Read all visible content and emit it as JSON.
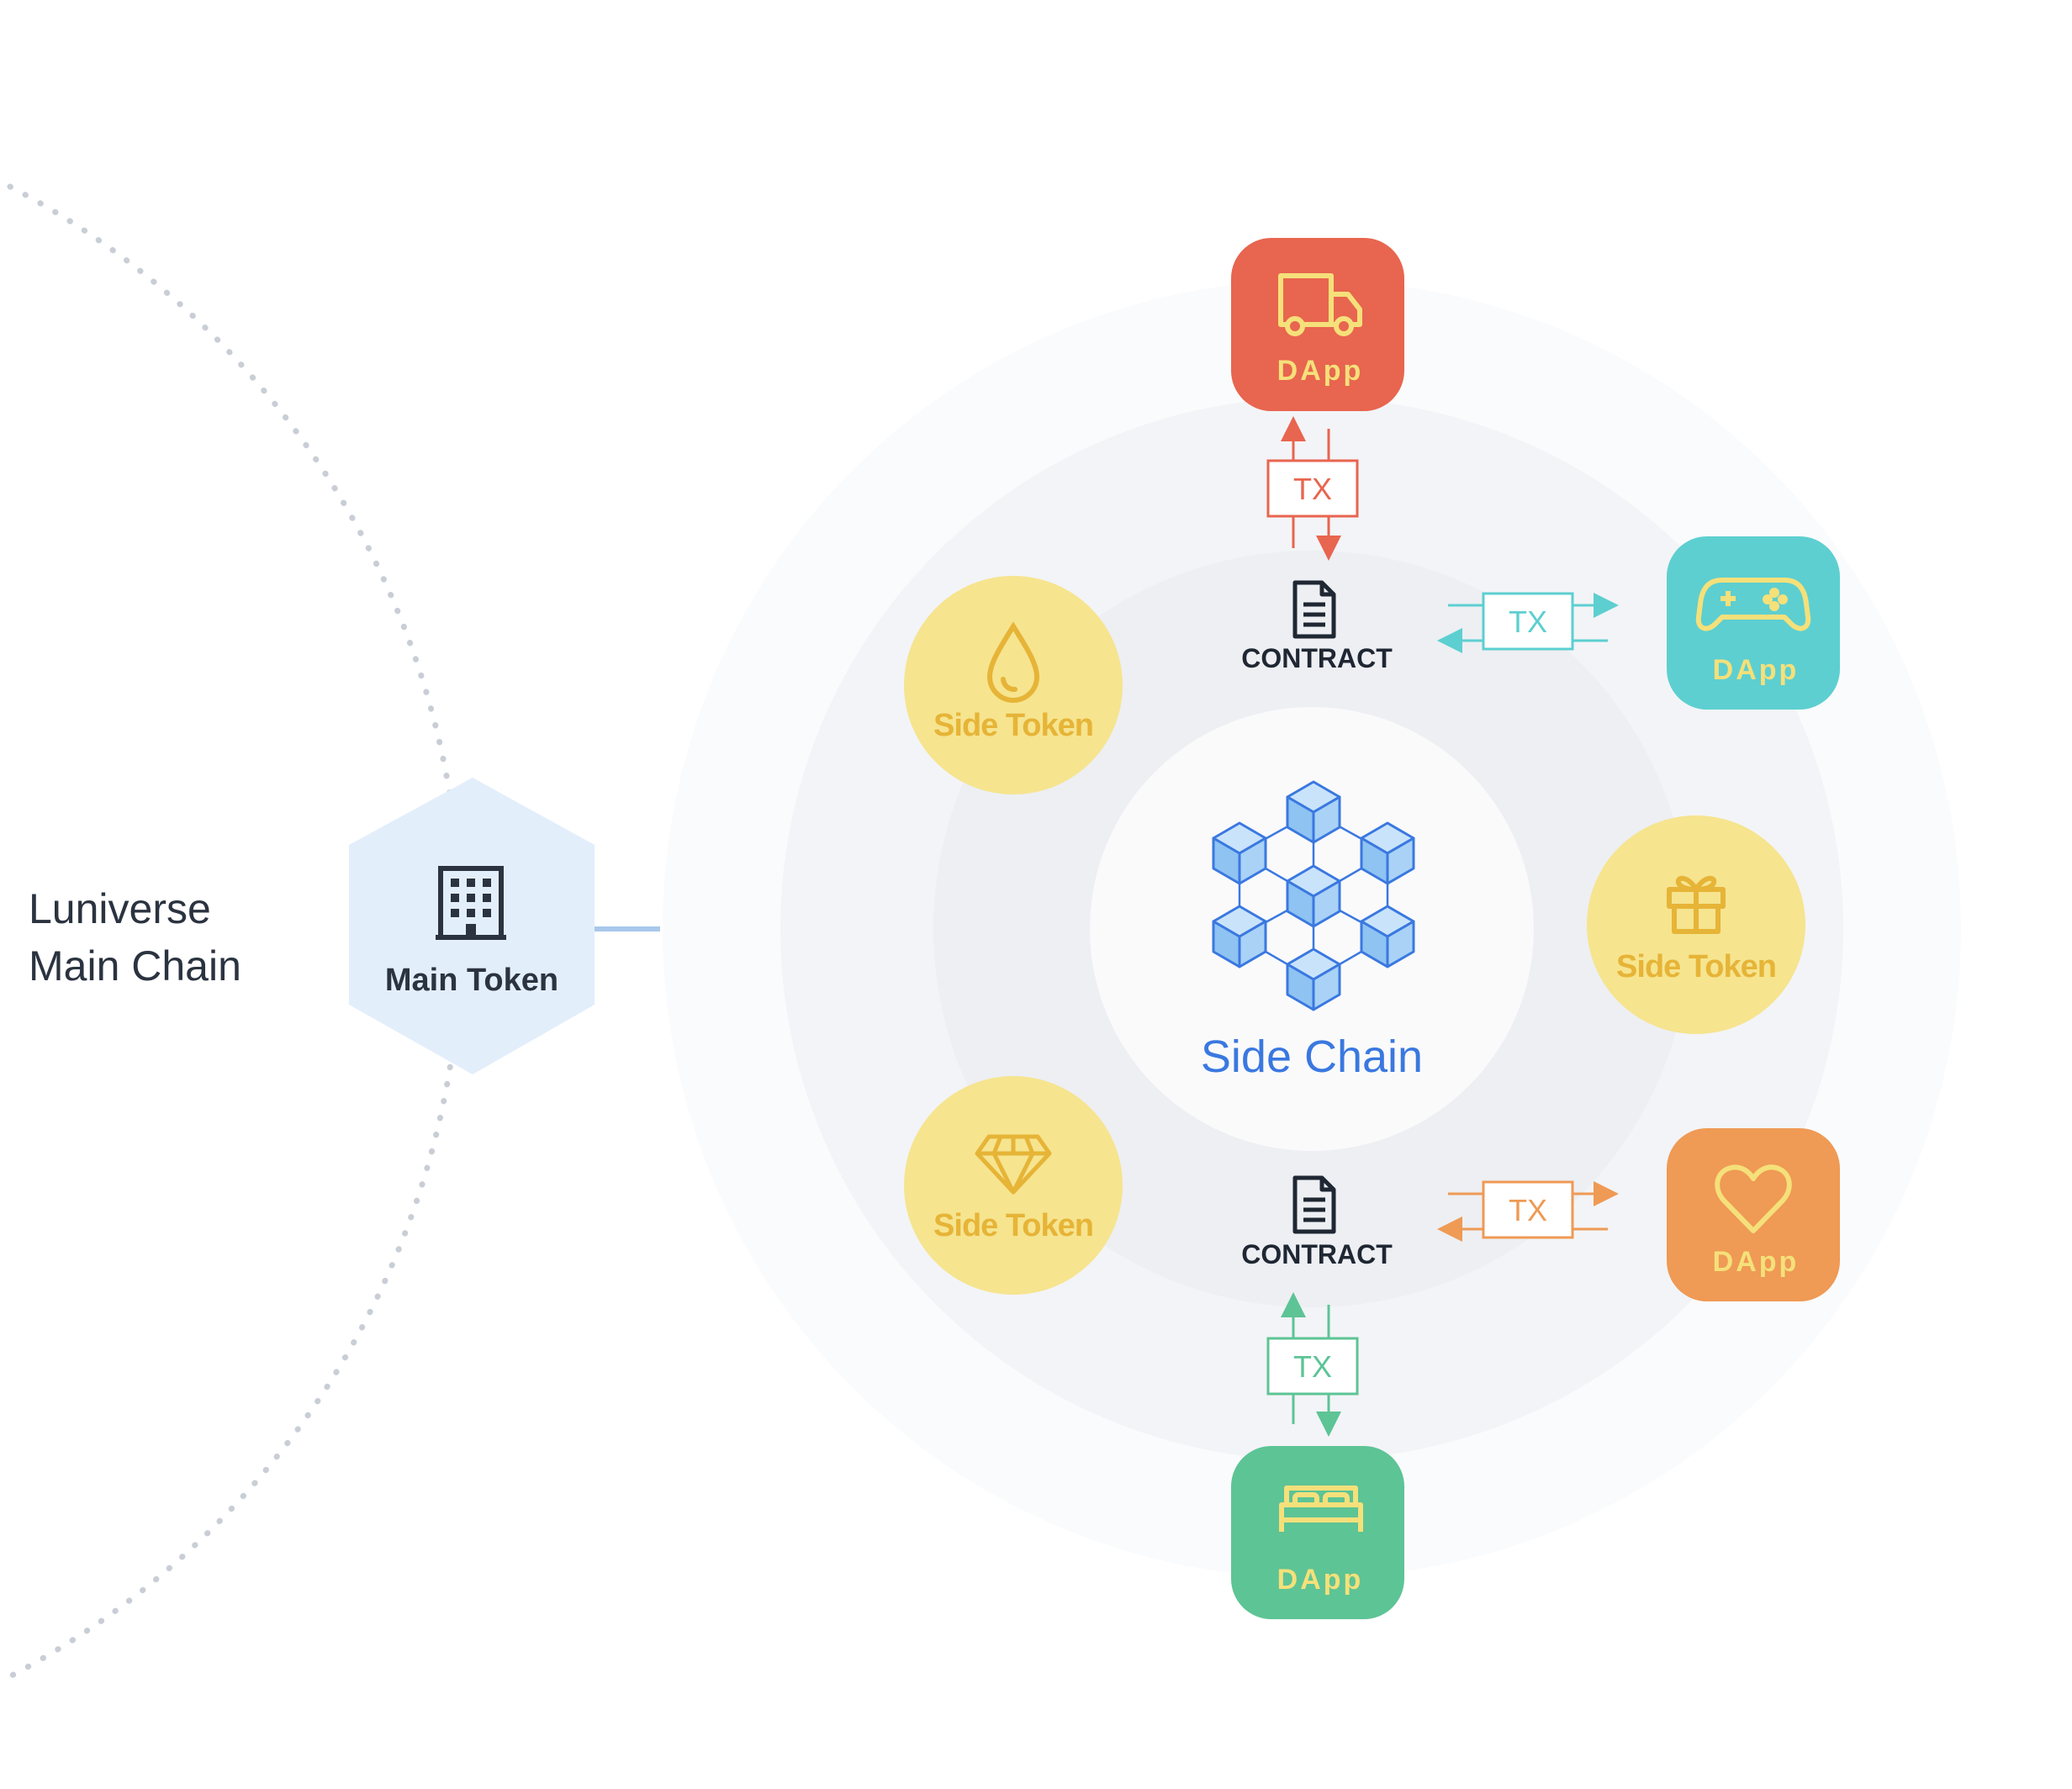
{
  "main_chain": {
    "line1": "Luniverse",
    "line2": "Main Chain"
  },
  "main_token": {
    "label": "Main Token",
    "icon": "building-icon"
  },
  "side_chain": {
    "label": "Side Chain",
    "icon": "blocks-network-icon"
  },
  "contracts": [
    {
      "label": "CONTRACT",
      "icon": "document-icon"
    },
    {
      "label": "CONTRACT",
      "icon": "document-icon"
    }
  ],
  "side_tokens": [
    {
      "label": "Side Token",
      "icon": "drop-icon"
    },
    {
      "label": "Side Token",
      "icon": "gift-icon"
    },
    {
      "label": "Side Token",
      "icon": "diamond-icon"
    }
  ],
  "dapps": [
    {
      "label": "DApp",
      "icon": "truck-icon",
      "color": "#e8654f"
    },
    {
      "label": "DApp",
      "icon": "gamepad-icon",
      "color": "#5dcfd0"
    },
    {
      "label": "DApp",
      "icon": "heart-icon",
      "color": "#ef9a55"
    },
    {
      "label": "DApp",
      "icon": "bed-icon",
      "color": "#5dc495"
    }
  ],
  "transactions": [
    {
      "label": "TX",
      "color": "#e8654f"
    },
    {
      "label": "TX",
      "color": "#5dcfd0"
    },
    {
      "label": "TX",
      "color": "#ef9a55"
    },
    {
      "label": "TX",
      "color": "#5dc495"
    }
  ],
  "colors": {
    "token_fill": "#f6e48f",
    "token_text": "#e6b437",
    "hexagon_fill": "#e3eefb",
    "side_chain_text": "#3a78e0",
    "cube_fill": "#8ec3f2",
    "cube_stroke": "#3a78e0"
  }
}
